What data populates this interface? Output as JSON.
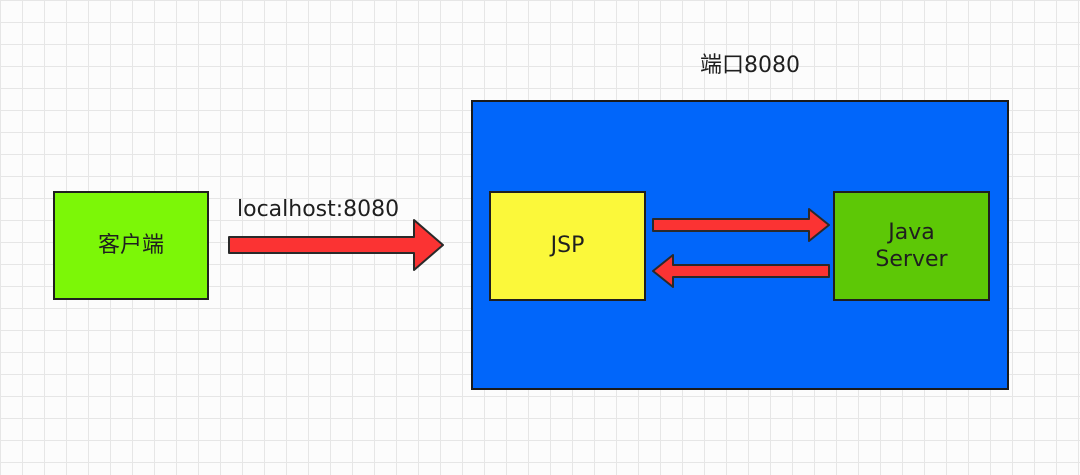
{
  "diagram": {
    "port_label": "端口8080",
    "url_label": "localhost:8080",
    "nodes": {
      "client": {
        "label": "客户端",
        "color": "#7cf707"
      },
      "server": {
        "color": "#0166fa"
      },
      "jsp": {
        "label": "JSP",
        "color": "#fbf83a"
      },
      "java_server": {
        "line1": "Java",
        "line2": "Server",
        "color": "#5dc806"
      }
    },
    "edges": [
      {
        "from": "client",
        "to": "jsp",
        "label": "localhost:8080"
      },
      {
        "from": "jsp",
        "to": "java_server",
        "label": ""
      },
      {
        "from": "java_server",
        "to": "jsp",
        "label": ""
      }
    ],
    "arrow_color": "#fb3333"
  }
}
